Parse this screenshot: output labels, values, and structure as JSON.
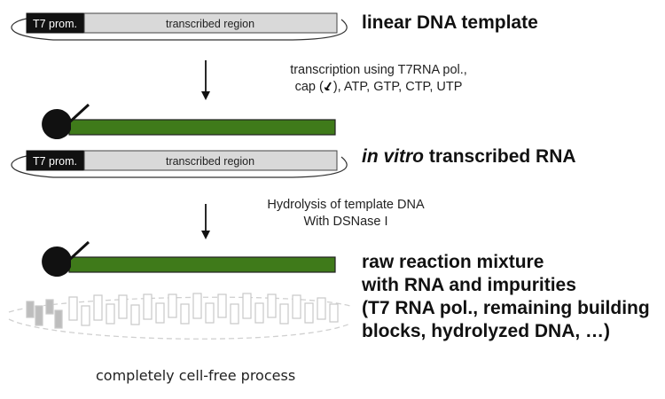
{
  "dna_template": {
    "promoter_label": "T7 prom.",
    "region_label": "transcribed region",
    "title": "linear DNA template"
  },
  "step1": {
    "line1": "transcription using T7RNA pol.,",
    "line2_prefix": "cap (",
    "line2_suffix": "), ATP, GTP, CTP, UTP"
  },
  "stage2": {
    "title_italic": "in vitro",
    "title_rest": " transcribed RNA",
    "promoter_label": "T7 prom.",
    "region_label": "transcribed region"
  },
  "step2": {
    "line1": "Hydrolysis of template DNA",
    "line2": "With DSNase I"
  },
  "stage3": {
    "line1": "raw reaction mixture",
    "line2": "with RNA and impurities",
    "line3": "(T7 RNA pol., remaining building",
    "line4": "blocks, hydrolyzed DNA, …)"
  },
  "footer": "completely cell-free process",
  "colors": {
    "promoter": "#111111",
    "region": "#d9d9d9",
    "rna": "#3f7a1a",
    "impurity_gray": "#bdbdbd",
    "impurity_outline": "#c8c8c8"
  }
}
